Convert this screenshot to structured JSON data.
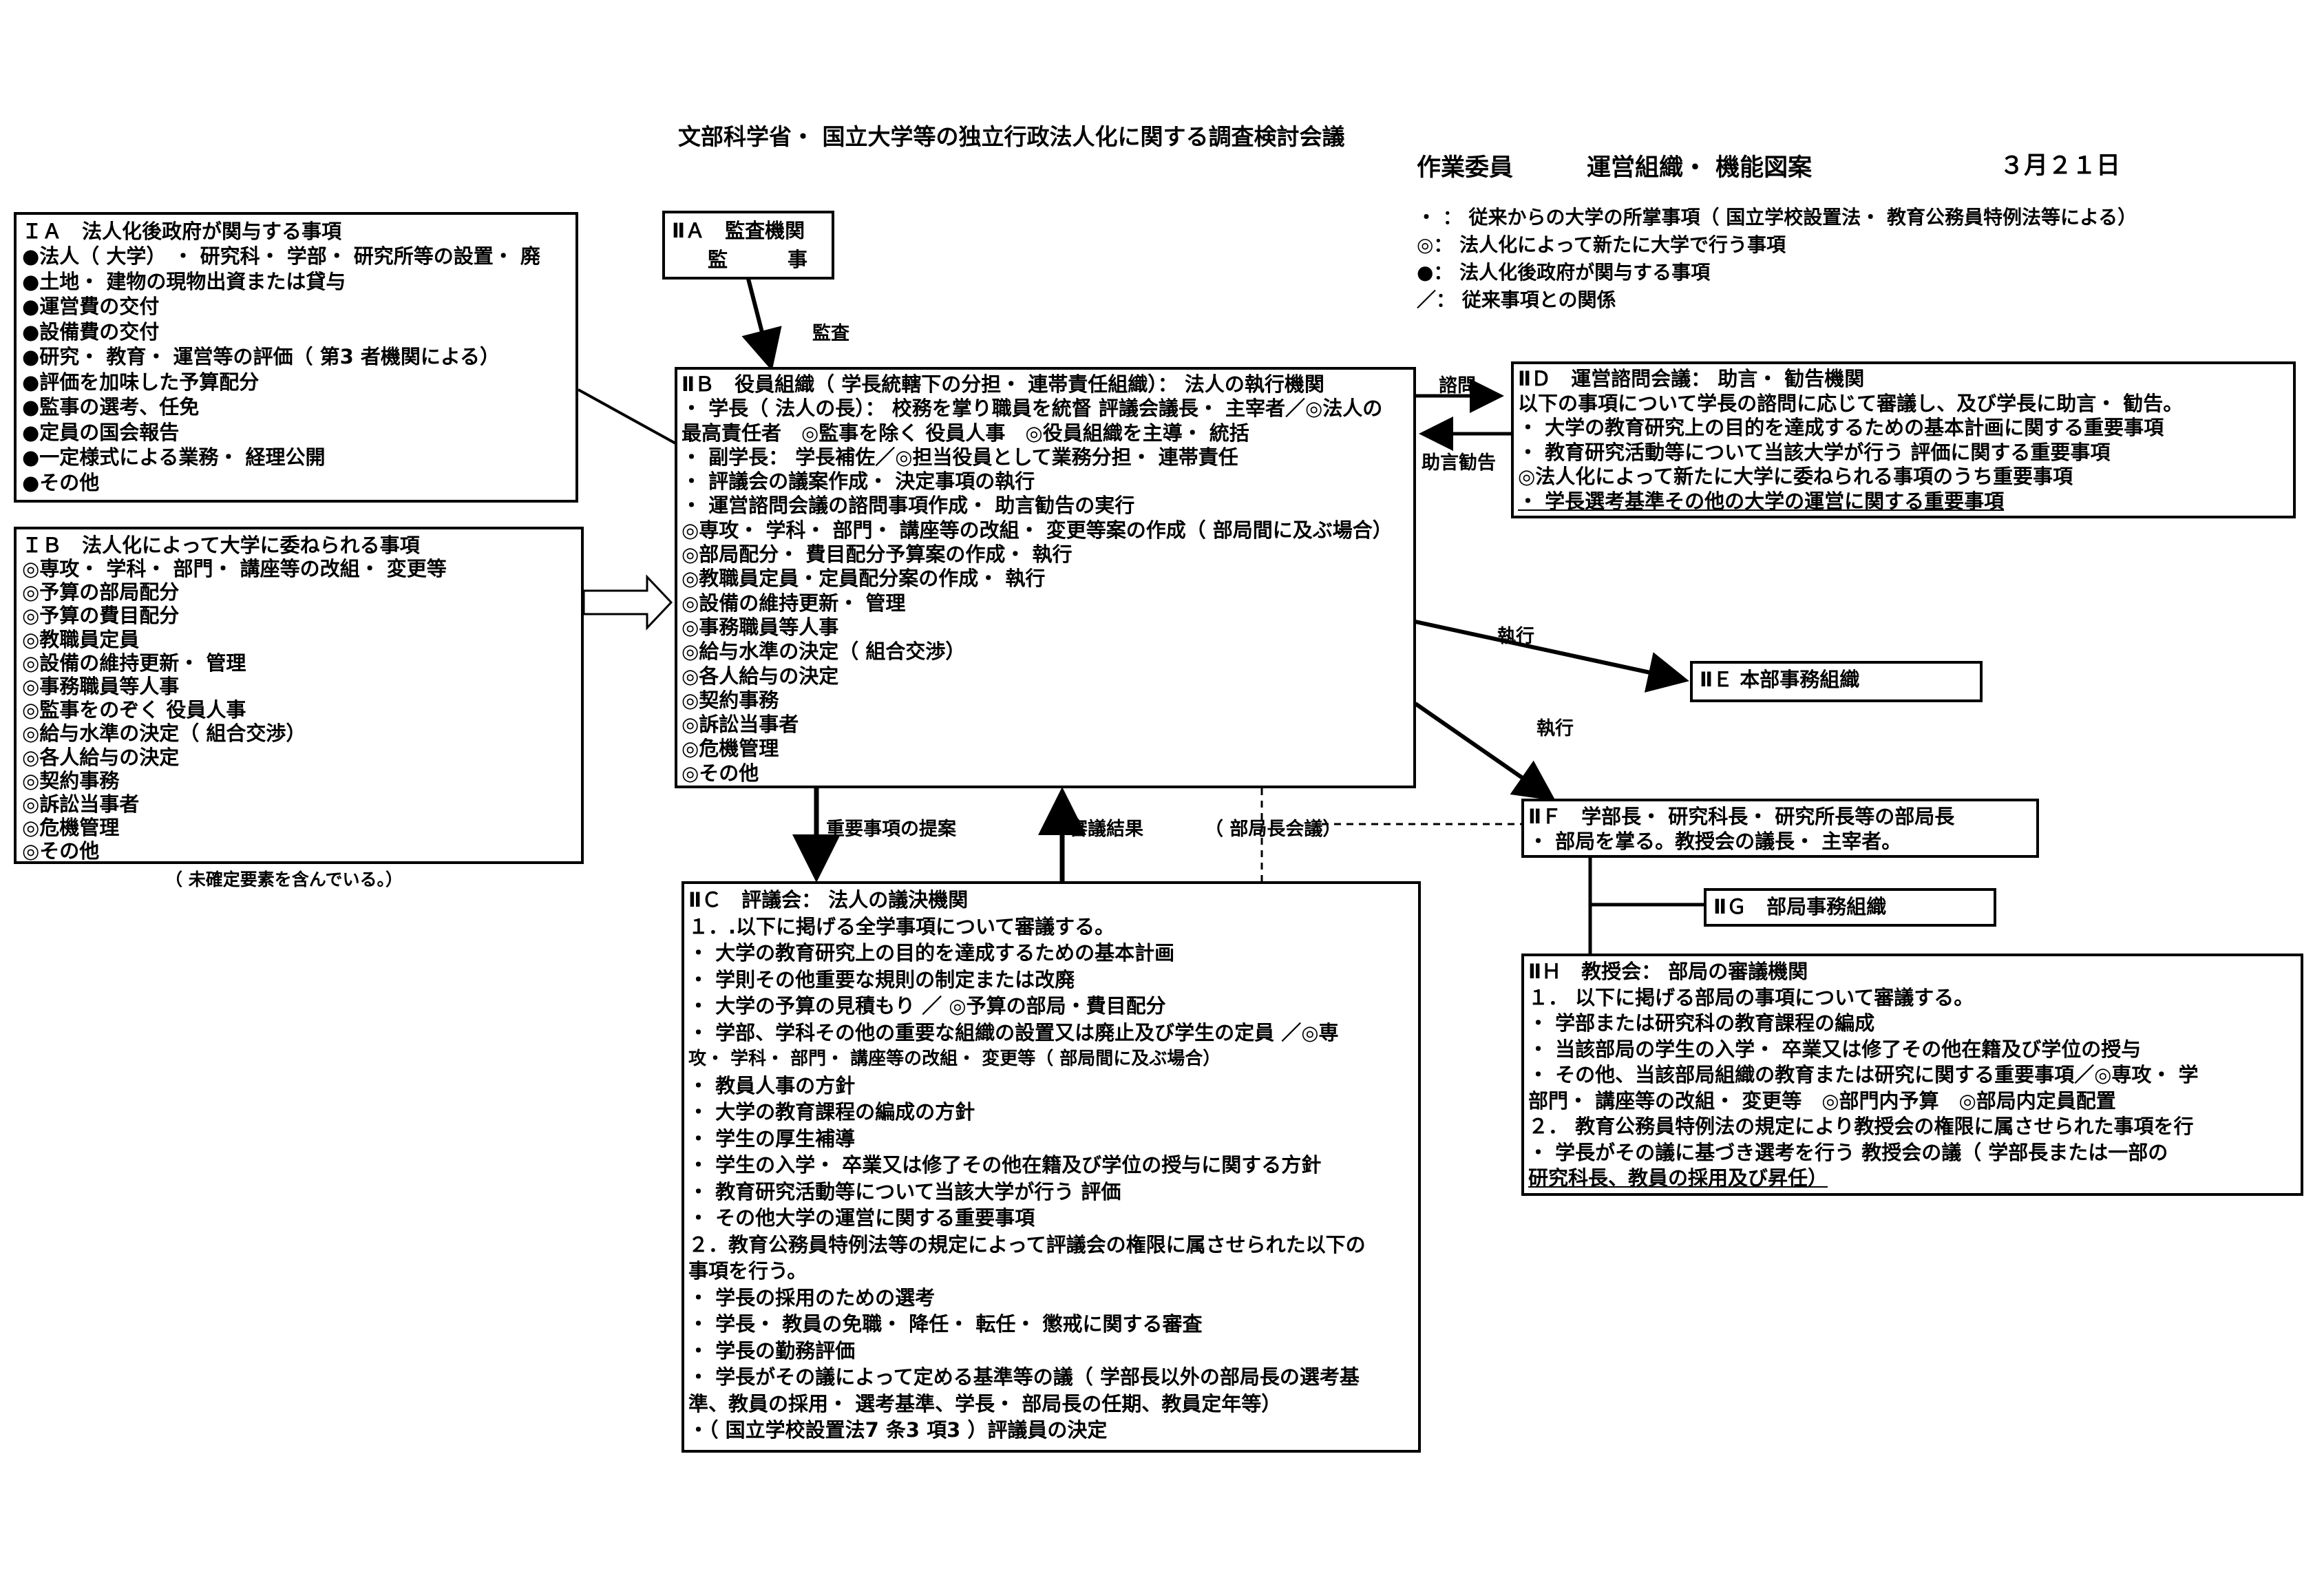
{
  "header": {
    "title": "文部科学省・ 国立大学等の独立行政法人化に関する調査検討会議",
    "subtitle_committee": "作業委員",
    "subtitle_name": "運営組織・ 機能図案",
    "date": "３月２１日"
  },
  "legend": [
    "・ ： 従来からの大学の所掌事項（ 国立学校設置法・ 教育公務員特例法等による）",
    "◎： 法人化によって新たに大学で行う事項",
    "●： 法人化後政府が関与する事項",
    "／： 従来事項との関係"
  ],
  "box_IA": {
    "lines": [
      "ＩＡ　法人化後政府が関与する事項",
      "●法人（ 大学） ・ 研究科・ 学部・ 研究所等の設置・ 廃",
      "●土地・ 建物の現物出資または貸与",
      "●運営費の交付",
      "●設備費の交付",
      "●研究・ 教育・ 運営等の評価（ 第3 者機関による）",
      "●評価を加味した予算配分",
      "●監事の選考、任免",
      "●定員の国会報告",
      "●一定様式による業務・ 経理公開",
      "●その他"
    ]
  },
  "box_IB": {
    "lines": [
      "ＩＢ　法人化によって大学に委ねられる事項",
      "◎専攻・ 学科・ 部門・ 講座等の改組・ 変更等",
      "◎予算の部局配分",
      "◎予算の費目配分",
      "◎教職員定員",
      "◎設備の維持更新・ 管理",
      "◎事務職員等人事",
      "◎監事をのぞく 役員人事",
      "◎給与水準の決定（ 組合交渉）",
      "◎各人給与の決定",
      "◎契約事務",
      "◎訴訟当事者",
      "◎危機管理",
      "◎その他"
    ],
    "note": "（ 未確定要素を含んでいる。）"
  },
  "box_IIA": {
    "lines": [
      "ⅡＡ　監査機関",
      "監　　　事"
    ]
  },
  "box_IIB": {
    "lines": [
      "ⅡＢ　役員組織（ 学長統轄下の分担・ 連帯責任組織）： 法人の執行機関",
      "・ 学長（ 法人の長）： 校務を掌り職員を統督 評議会議長・ 主宰者／◎法人の",
      "最高責任者　◎監事を除く 役員人事　◎役員組織を主導・ 統括",
      "・ 副学長： 学長補佐／◎担当役員として業務分担・ 連帯責任",
      "・ 評議会の議案作成・ 決定事項の執行",
      "・ 運営諮問会議の諮問事項作成・ 助言勧告の実行",
      "◎専攻・ 学科・ 部門・ 講座等の改組・ 変更等案の作成（ 部局間に及ぶ場合）",
      "◎部局配分・ 費目配分予算案の作成・ 執行",
      "◎教職員定員・定員配分案の作成・ 執行",
      "◎設備の維持更新・ 管理",
      "◎事務職員等人事",
      "◎給与水準の決定（ 組合交渉）",
      "◎各人給与の決定",
      "◎契約事務",
      "◎訴訟当事者",
      "◎危機管理",
      "◎その他"
    ]
  },
  "box_IIC": {
    "lines": [
      "ⅡＣ　評議会： 法人の議決機関",
      "１．.以下に掲げる全学事項について審議する。",
      "・ 大学の教育研究上の目的を達成するための基本計画",
      "・ 学則その他重要な規則の制定または改廃",
      "・ 大学の予算の見積もり ／ ◎予算の部局・費目配分",
      "・ 学部、学科その他の重要な組織の設置又は廃止及び学生の定員 ／◎専",
      "攻・ 学科・ 部門・ 講座等の改組・ 変更等（ 部局間に及ぶ場合）",
      "・ 教員人事の方針",
      "・ 大学の教育課程の編成の方針",
      "・ 学生の厚生補導",
      "・ 学生の入学・ 卒業又は修了その他在籍及び学位の授与に関する方針",
      "・ 教育研究活動等について当該大学が行う 評価",
      "・ その他大学の運営に関する重要事項",
      "２．教育公務員特例法等の規定によって評議会の権限に属させられた以下の",
      "事項を行う。",
      "・ 学長の採用のための選考",
      "・ 学長・ 教員の免職・ 降任・ 転任・ 懲戒に関する審査",
      "・ 学長の勤務評価",
      "・ 学長がその議によって定める基準等の議（ 学部長以外の部局長の選考基",
      "準、教員の採用・ 選考基準、学長・ 部局長の任期、教員定年等）",
      "・（ 国立学校設置法7 条3 項3 ）評議員の決定"
    ]
  },
  "box_IID": {
    "lines": [
      "ⅡＤ　運営諮問会議： 助言・ 勧告機関",
      "以下の事項について学長の諮問に応じて審議し、及び学長に助言・ 勧告。",
      "・ 大学の教育研究上の目的を達成するための基本計画に関する重要事項",
      "・ 教育研究活動等について当該大学が行う 評価に関する重要事項",
      "◎法人化によって新たに大学に委ねられる事項のうち重要事項",
      "・ 学長選考基準その他の大学の運営に関する重要事項"
    ]
  },
  "box_IIE": {
    "lines": [
      "ⅡＥ 本部事務組織"
    ]
  },
  "box_IIF": {
    "lines": [
      "ⅡＦ　学部長・ 研究科長・ 研究所長等の部局長",
      "・ 部局を掌る。教授会の議長・ 主宰者。"
    ]
  },
  "box_IIG": {
    "lines": [
      "ⅡＧ　部局事務組織"
    ]
  },
  "box_IIH": {
    "lines": [
      "ⅡＨ　教授会： 部局の審議機関",
      "１． 以下に掲げる部局の事項について審議する。",
      "・ 学部または研究科の教育課程の編成",
      "・ 当該部局の学生の入学・ 卒業又は修了その他在籍及び学位の授与",
      "・ その他、当該部局組織の教育または研究に関する重要事項／◎専攻・ 学",
      "部門・ 講座等の改組・ 変更等　◎部門内予算　◎部局内定員配置",
      "２． 教育公務員特例法の規定により教授会の権限に属させられた事項を行",
      "・ 学長がその議に基づき選考を行う 教授会の議（ 学部長または一部の",
      "研究科長、教員の採用及び昇任）"
    ]
  },
  "labels": {
    "kansa": "監査",
    "shimon": "諮問",
    "jogen": "助言勧告",
    "shikko1": "執行",
    "shikko2": "執行",
    "teian": "重要事項の提案",
    "kekka": "審議結果",
    "bukyokucho": "（ 部局長会議）"
  }
}
